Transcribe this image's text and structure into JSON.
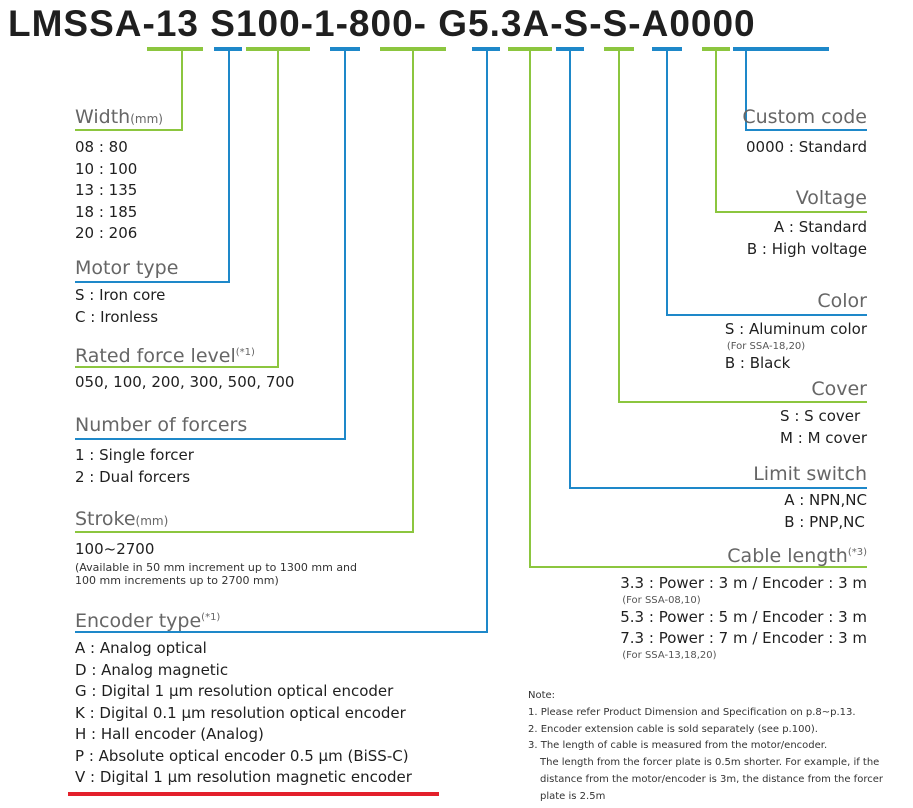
{
  "code": {
    "full": "LMSSA-13 S100-1-800- G5.3A-S-S-A0000",
    "segments": [
      "LMSSA-",
      "13",
      "S",
      "100-",
      "1",
      "-",
      "800-",
      "G",
      "5.3",
      "A",
      "-",
      "S",
      "-",
      "S",
      "-",
      "A",
      "0000"
    ]
  },
  "sections": {
    "width": {
      "title": "Width",
      "unit": "(mm)",
      "items": [
        "08 : 80",
        "10 : 100",
        "13 : 135",
        "18 : 185",
        "20 : 206"
      ]
    },
    "motor_type": {
      "title": "Motor type",
      "items": [
        "S : Iron core",
        "C : Ironless"
      ]
    },
    "rated_force": {
      "title": "Rated force level",
      "note_ref": "(*1)",
      "items": [
        "050, 100, 200, 300, 500, 700"
      ]
    },
    "forcers": {
      "title": "Number of forcers",
      "items": [
        "1 : Single forcer",
        "2 : Dual forcers"
      ]
    },
    "stroke": {
      "title": "Stroke",
      "unit": "(mm)",
      "items": [
        "100~2700"
      ],
      "detail": [
        "(Available in 50 mm increment up to 1300 mm and",
        "100 mm increments up to 2700 mm)"
      ]
    },
    "encoder": {
      "title": "Encoder type",
      "note_ref": "(*1)",
      "items": [
        "A : Analog optical",
        "D : Analog magnetic",
        "G : Digital 1 µm resolution optical encoder",
        "K : Digital 0.1 µm resolution optical encoder",
        "H : Hall encoder (Analog)",
        "P : Absolute optical encoder 0.5 µm (BiSS-C)",
        "V : Digital 1 µm resolution magnetic encoder"
      ]
    },
    "custom": {
      "title": "Custom code",
      "items": [
        "0000 : Standard"
      ]
    },
    "voltage": {
      "title": "Voltage",
      "items": [
        "A : Standard",
        "B : High voltage"
      ]
    },
    "color": {
      "title": "Color",
      "items": [
        "S : Aluminum color",
        "B : Black"
      ],
      "sub": "(For SSA-18,20)"
    },
    "cover": {
      "title": "Cover",
      "items": [
        "S : S cover",
        "M : M cover"
      ]
    },
    "limit": {
      "title": "Limit switch",
      "items": [
        "A : NPN,NC",
        "B : PNP,NC"
      ]
    },
    "cable": {
      "title": "Cable length",
      "note_ref": "(*3)",
      "items": [
        "3.3 : Power : 3 m / Encoder : 3 m",
        "5.3 : Power : 5 m / Encoder : 3 m",
        "7.3 : Power : 7 m / Encoder : 3 m"
      ],
      "sub1": "(For SSA-08,10)",
      "sub2": "(For SSA-13,18,20)"
    }
  },
  "notes": {
    "title": "Note:",
    "lines": [
      "1. Please refer Product Dimension and Specification on p.8~p.13.",
      "2. Encoder extension cable is sold separately (see p.100).",
      "3. The length of cable is measured from the motor/encoder.",
      "The length from the forcer plate is 0.5m shorter. For example, if the",
      "distance from the motor/encoder is 3m, the distance from the forcer",
      "plate is 2.5m"
    ]
  },
  "colors": {
    "green": "#8cc63f",
    "blue": "#1e88c9",
    "red": "#e3202b",
    "heading": "#666666"
  }
}
